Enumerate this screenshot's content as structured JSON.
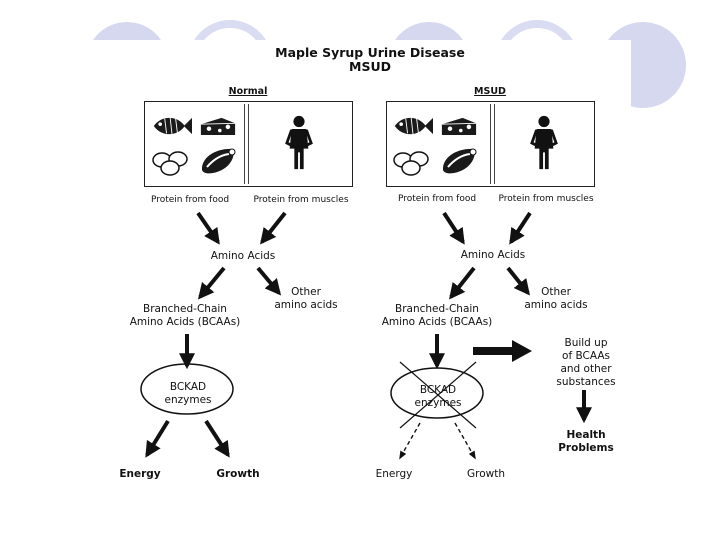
{
  "colors": {
    "decoration_fill": "#d6d8f0",
    "ink": "#111111"
  },
  "title": {
    "line1": "Maple Syrup Urine Disease",
    "line2": "MSUD"
  },
  "normal": {
    "heading": "Normal",
    "caption_food": "Protein from food",
    "caption_muscles": "Protein from muscles",
    "amino_acids": "Amino Acids",
    "other_amino_acids": [
      "Other",
      "amino acids"
    ],
    "bcaa": [
      "Branched-Chain",
      "Amino Acids (BCAAs)"
    ],
    "enzyme": [
      "BCKAD",
      "enzymes"
    ],
    "energy": "Energy",
    "growth": "Growth"
  },
  "msud": {
    "heading": "MSUD",
    "caption_food": "Protein from food",
    "caption_muscles": "Protein from muscles",
    "amino_acids": "Amino Acids",
    "other_amino_acids": [
      "Other",
      "amino acids"
    ],
    "bcaa": [
      "Branched-Chain",
      "Amino Acids (BCAAs)"
    ],
    "enzyme": [
      "BCKAD",
      "enzymes"
    ],
    "buildup": [
      "Build up",
      "of BCAAs",
      "and other",
      "substances"
    ],
    "health": [
      "Health",
      "Problems"
    ],
    "energy": "Energy",
    "growth": "Growth"
  },
  "icons": [
    "fish-icon",
    "cheese-icon",
    "eggs-icon",
    "meat-icon",
    "person-icon",
    "cross-out-icon"
  ]
}
